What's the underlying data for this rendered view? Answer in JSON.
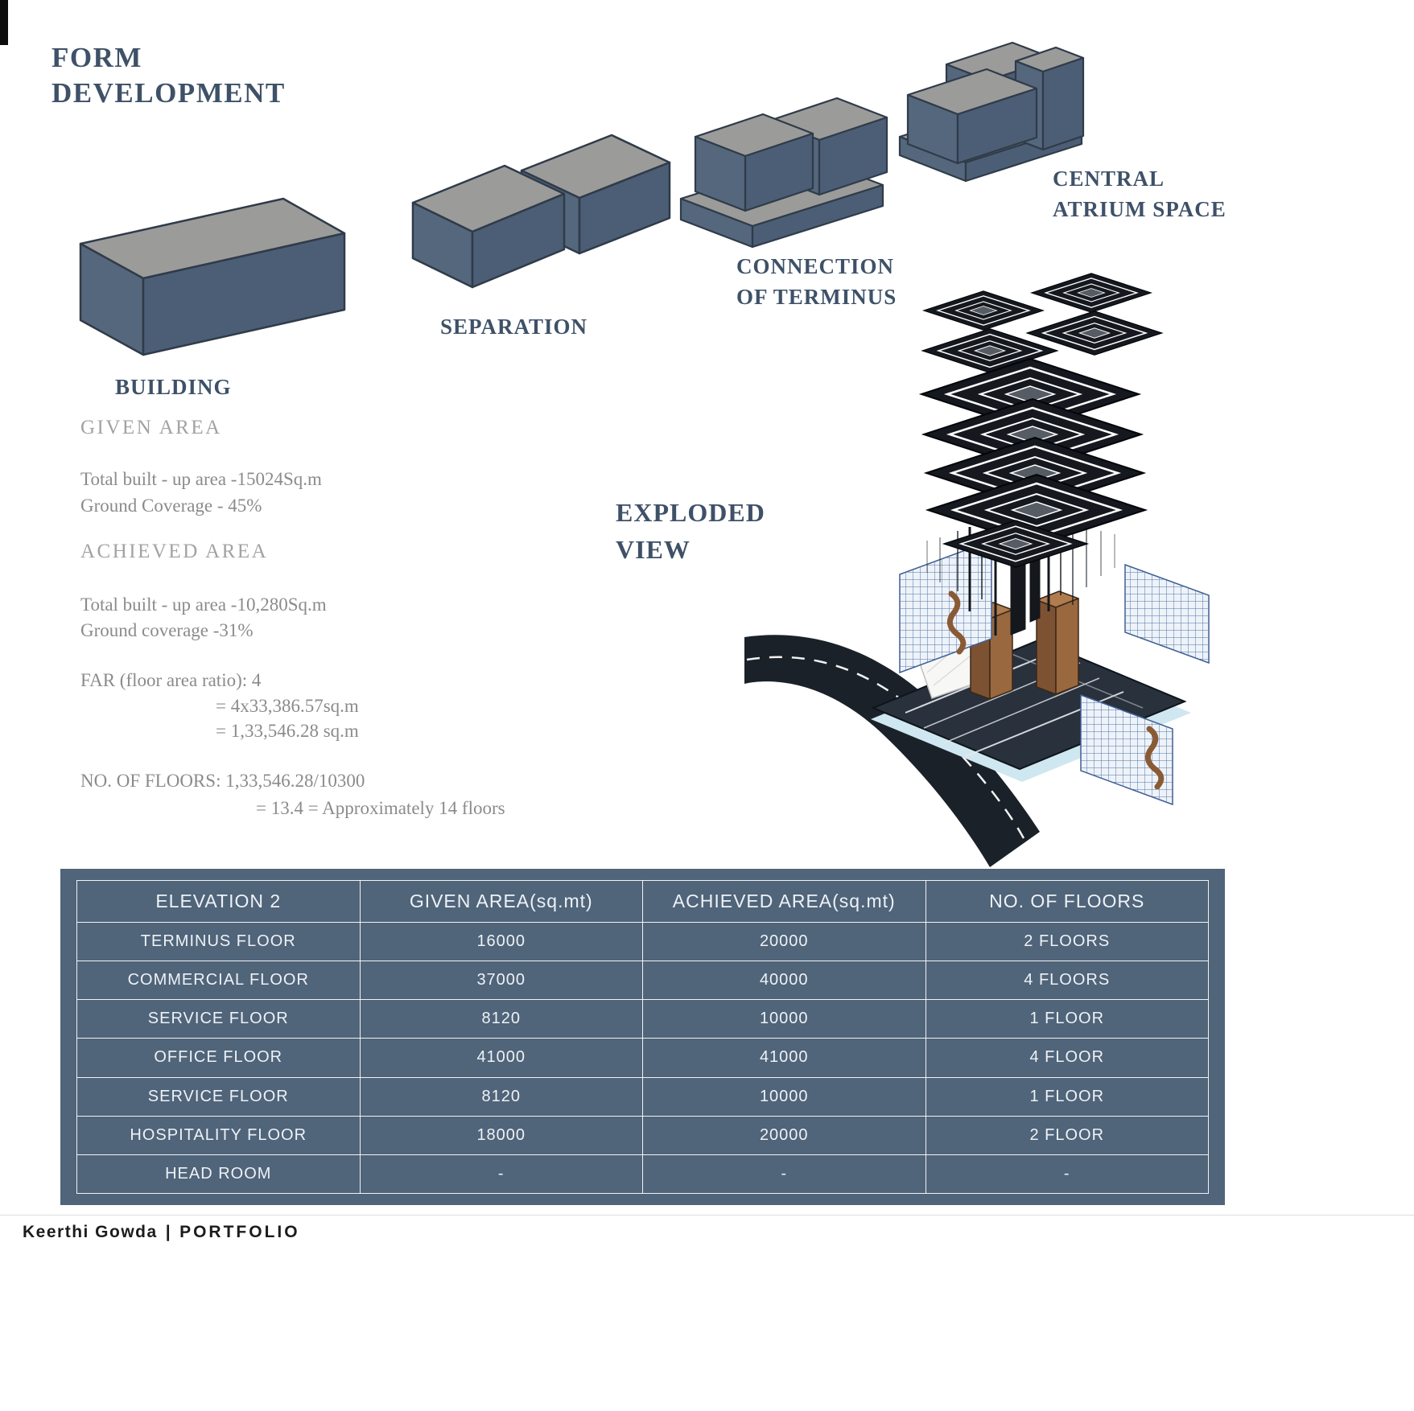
{
  "header": {
    "title_line1": "FORM",
    "title_line2": "DEVELOPMENT"
  },
  "massing_labels": {
    "building": "BUILDING",
    "separation": "SEPARATION",
    "connection_line1": "CONNECTION",
    "connection_line2": "OF TERMINUS",
    "atrium_line1": "CENTRAL",
    "atrium_line2": "ATRIUM SPACE"
  },
  "exploded": {
    "label_line1": "EXPLODED",
    "label_line2": "VIEW"
  },
  "area_summary": {
    "given_area_heading": "GIVEN AREA",
    "given_built_up": "Total built - up area -15024Sq.m",
    "given_ground_coverage": "Ground Coverage - 45%",
    "achieved_area_heading": "ACHIEVED AREA",
    "achieved_built_up": "Total built - up area -10,280Sq.m",
    "achieved_ground_coverage": "Ground coverage -31%",
    "far_line1": "FAR (floor area ratio): 4",
    "far_line2": "= 4x33,386.57sq.m",
    "far_line3": "= 1,33,546.28 sq.m",
    "floors_line1": "NO. OF FLOORS: 1,33,546.28/10300",
    "floors_line2": "= 13.4 = Approximately 14 floors"
  },
  "table": {
    "headers": [
      "ELEVATION 2",
      "GIVEN AREA(sq.mt)",
      "ACHIEVED AREA(sq.mt)",
      "NO. OF FLOORS"
    ],
    "rows": [
      [
        "TERMINUS FLOOR",
        "16000",
        "20000",
        "2 FLOORS"
      ],
      [
        "COMMERCIAL FLOOR",
        "37000",
        "40000",
        "4 FLOORS"
      ],
      [
        "SERVICE FLOOR",
        "8120",
        "10000",
        "1 FLOOR"
      ],
      [
        "OFFICE FLOOR",
        "41000",
        "41000",
        "4 FLOOR"
      ],
      [
        "SERVICE FLOOR",
        "8120",
        "10000",
        "1 FLOOR"
      ],
      [
        "HOSPITALITY FLOOR",
        "18000",
        "20000",
        "2 FLOOR"
      ],
      [
        "HEAD ROOM",
        "-",
        "-",
        "-"
      ]
    ]
  },
  "footer": {
    "name": "Keerthi Gowda",
    "separator": "|",
    "label": "PORTFOLIO"
  },
  "colors": {
    "heading_text": "#3e5168",
    "muted_text": "#8b8b8b",
    "table_background": "#50647a",
    "massing_front": "#4c5e75",
    "massing_side": "#55677d",
    "massing_top": "#9b9b9a"
  }
}
